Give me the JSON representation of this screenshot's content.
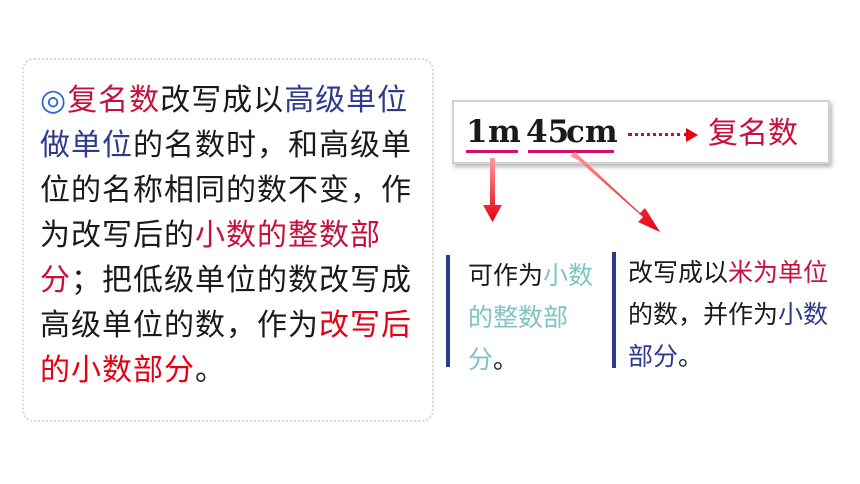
{
  "rule": {
    "bullet": "◎",
    "s1": "复名数",
    "s2": "改写成以",
    "s3": "高级单位做单位",
    "s4": "的名数时，和高级单位的名称相同的数不变，作为改写后的",
    "s5": "小数的整数部分",
    "s6": "；把低级单位的数改写成高级单位的数，作为",
    "s7": "改写后的小数部分",
    "s8": "。"
  },
  "example": {
    "num1": "1",
    "unit1": "m",
    "num2": "45",
    "unit2": "cm",
    "label": "复名数"
  },
  "note_left": {
    "t1": "可作为",
    "t2": "小数的整数部分",
    "t3": "。"
  },
  "note_right": {
    "t1": "改写成以",
    "t2": "米为单位",
    "t3": "的数，并作为",
    "t4": "小数部分",
    "t5": "。"
  },
  "colors": {
    "navy": "#2e3a8c",
    "crimson": "#c8103e",
    "red": "#e60012",
    "teal": "#7fc3c3",
    "underline": "#d0106a"
  }
}
